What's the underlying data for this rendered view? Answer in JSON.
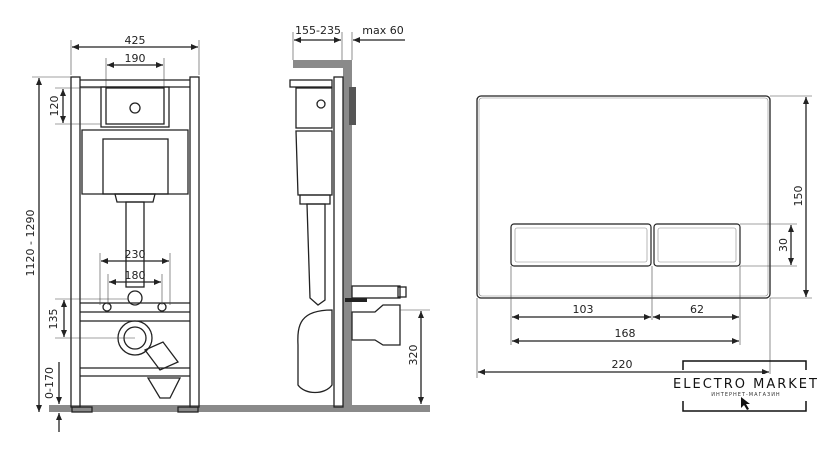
{
  "front_view": {
    "dim_width_total": "425",
    "dim_width_panel": "190",
    "dim_panel_height": "120",
    "dim_height_range": "1120 - 1290",
    "dim_pipe_spacing_outer": "230",
    "dim_pipe_spacing_inner": "180",
    "dim_drain_offset": "135",
    "dim_leg_adjust": "0-170"
  },
  "side_view": {
    "dim_depth": "155-235",
    "dim_wall": "max 60",
    "dim_drain_height": "320"
  },
  "flush_plate": {
    "dim_height": "150",
    "dim_button_height": "30",
    "dim_button_left": "103",
    "dim_button_right": "62",
    "dim_buttons_total": "168",
    "dim_width": "220"
  },
  "logo": {
    "name": "ELECTRO MARKET",
    "tagline": "ИНТЕРНЕТ-МАГАЗИН"
  }
}
